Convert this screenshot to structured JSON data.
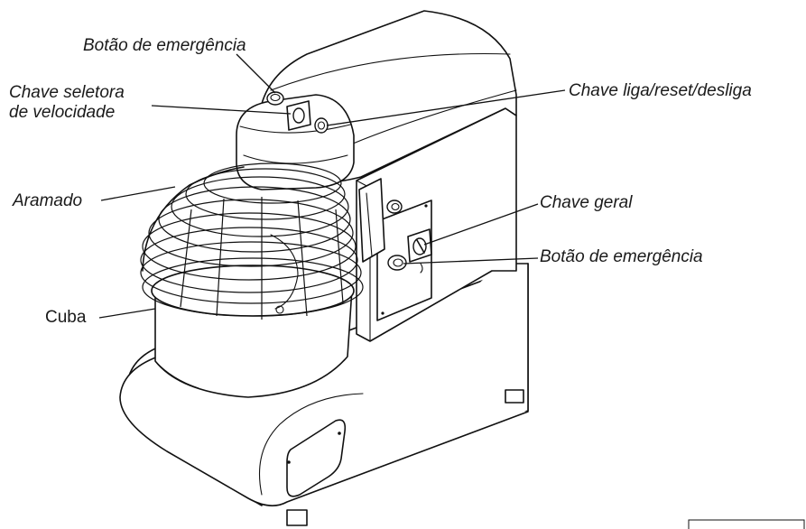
{
  "labels": {
    "emergency_top": "Botão de emergência",
    "speed_selector_line1": "Chave seletora",
    "speed_selector_line2": "de velocidade",
    "on_reset_off": "Chave liga/reset/desliga",
    "wire_guard": "Aramado",
    "main_switch": "Chave geral",
    "emergency_side": "Botão de emergência",
    "bowl": "Cuba"
  },
  "colors": {
    "line": "#111111",
    "text": "#1a1a1a",
    "background": "#ffffff"
  }
}
